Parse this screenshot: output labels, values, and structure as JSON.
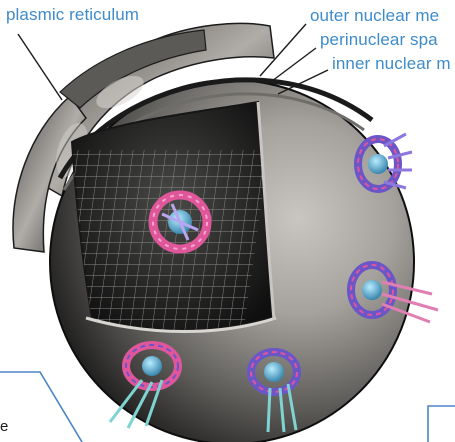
{
  "labels": {
    "er": "plasmic reticulum",
    "onm": "outer nuclear me",
    "pns": "perinuclear spa",
    "inm": "inner nuclear m",
    "fragment_e": "e"
  },
  "colors": {
    "label_text": "#3e8bc9",
    "sphere_dark": "#1e1e1e",
    "sphere_light": "#a9a6a1",
    "lamina_grid": "#8a8a8a",
    "pore_pink": "#e0569a",
    "pore_purple": "#6b56c8",
    "pore_blue": "#4aa7c8",
    "callout_box": "#4a86c4"
  }
}
